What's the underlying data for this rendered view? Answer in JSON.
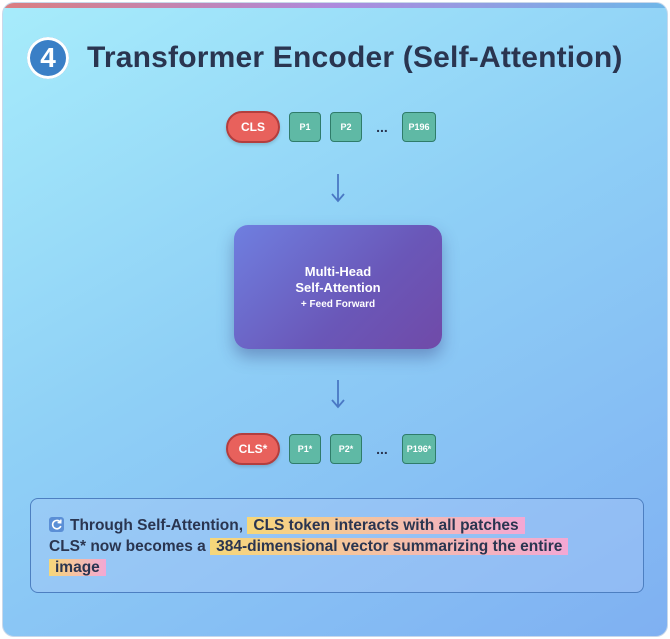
{
  "header": {
    "step_number": "4",
    "title": "Transformer Encoder (Self-Attention)"
  },
  "input_tokens": {
    "cls": "CLS",
    "patches": [
      "P1",
      "P2"
    ],
    "ellipsis": "...",
    "last_patch": "P196"
  },
  "encoder_block": {
    "line1": "Multi-Head",
    "line2": "Self-Attention",
    "sub": "+ Feed Forward"
  },
  "output_tokens": {
    "cls": "CLS*",
    "patches": [
      "P1*",
      "P2*"
    ],
    "ellipsis": "...",
    "last_patch": "P196*"
  },
  "note": {
    "icon": "refresh-icon",
    "line1_prefix": "Through Self-Attention,",
    "line1_highlight": "CLS token interacts with all patches",
    "line2_prefix": "CLS* now becomes a",
    "line2_highlight_a": "384-dimensional vector summarizing the entire",
    "line2_highlight_b": "image"
  },
  "colors": {
    "cls_token": "#e8615c",
    "patch_token": "#5fb9a5",
    "encoder_block": "#6a57b8",
    "title_text": "#2a3550",
    "step_badge": "#3a7fc6",
    "arrow": "#4a78c4"
  }
}
